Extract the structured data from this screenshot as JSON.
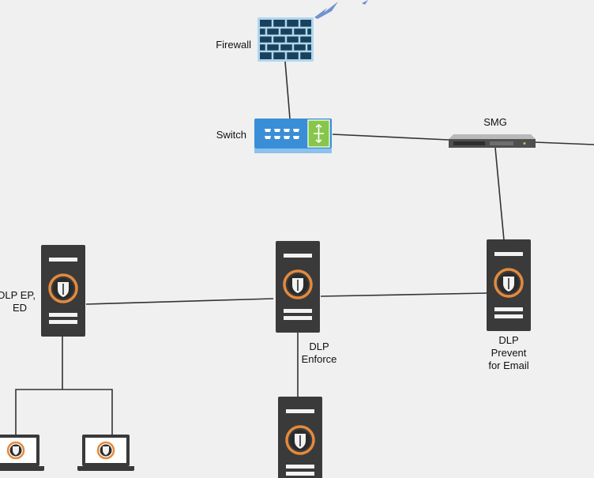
{
  "labels": {
    "firewall": "Firewall",
    "switch": "Switch",
    "smg": "SMG",
    "dlp_ep_line1": "DLP EP,",
    "dlp_ep_line2": "ED",
    "dlp_enforce_line1": "DLP",
    "dlp_enforce_line2": "Enforce",
    "dlp_prevent_line1": "DLP",
    "dlp_prevent_line2": "Prevent",
    "dlp_prevent_line3": "for Email"
  },
  "colors": {
    "background": "#f0f0f0",
    "firewall_fill": "#19415c",
    "firewall_frame": "#aed7ee",
    "switch_fill": "#3a8ed6",
    "switch_panel": "#86c64a",
    "server_fill": "#3a3a3a",
    "server_ring": "#e38a3e",
    "connector": "#333333",
    "lightning": "#5b80c9"
  },
  "icons": {
    "firewall": "firewall-icon",
    "switch": "network-switch-icon",
    "smg": "rack-appliance-icon",
    "server": "server-tower-icon",
    "laptop": "laptop-icon",
    "shield": "shield-icon"
  }
}
